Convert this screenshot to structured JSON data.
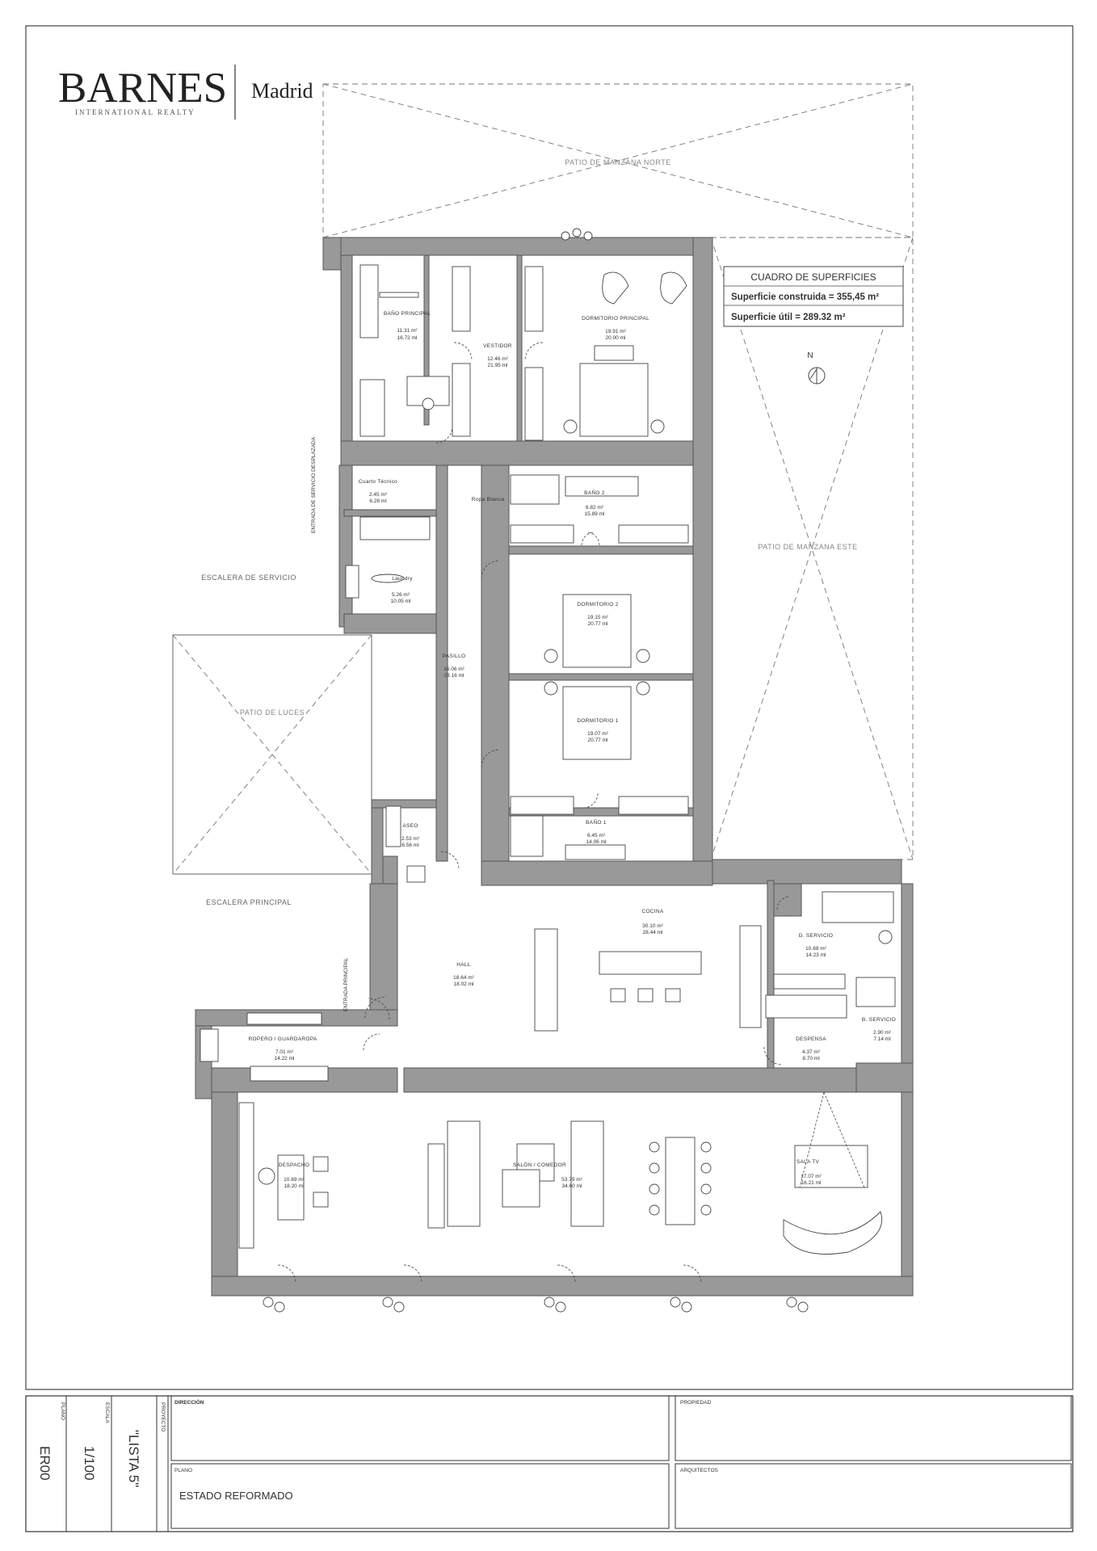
{
  "brand": {
    "name": "BARNES",
    "tagline": "INTERNATIONAL REALTY",
    "city": "Madrid"
  },
  "surfaces": {
    "title": "CUADRO DE SUPERFICIES",
    "construida": "Superficie construida = 355,45 m²",
    "util": "Superficie útil = 289.32 m²"
  },
  "north": "N",
  "patios": {
    "norte": "PATIO DE MANZANA NORTE",
    "este": "PATIO DE MANZANA ESTE",
    "luces": "PATIO DE LUCES"
  },
  "stairs": {
    "servicio": "ESCALERA DE SERVICIO",
    "principal": "ESCALERA PRINCIPAL"
  },
  "entrances": {
    "servicio": "ENTRADA DE SERVICIO DESPLAZADA",
    "principal": "ENTRADA PRINCIPAL"
  },
  "rooms": {
    "bano_principal": {
      "name": "BAÑO PRINCIPAL",
      "area": "11.31 m²",
      "perim": "16.72 ml"
    },
    "vestidor": {
      "name": "VESTIDOR",
      "area": "12.46 m²",
      "perim": "21.95 ml"
    },
    "dormitorio_principal": {
      "name": "DORMITORIO PRINCIPAL",
      "area": "19.91 m²",
      "perim": "20.00 ml"
    },
    "cuarto_tecnico": {
      "name": "Cuarto Técnico",
      "area": "2.45 m²",
      "perim": "6.28 ml"
    },
    "laundry": {
      "name": "Laundry",
      "area": "5.26 m²",
      "perim": "10.05 ml"
    },
    "ropa_blanca": {
      "name": "Ropa Blanca"
    },
    "bano2": {
      "name": "BAÑO 2",
      "area": "6.82 m²",
      "perim": "15.89 ml"
    },
    "pasillo": {
      "name": "PASILLO",
      "area": "16.06 m²",
      "perim": "28.16 ml"
    },
    "dormitorio2": {
      "name": "DORMITORIO 2",
      "area": "19.15 m²",
      "perim": "20.77 ml"
    },
    "dormitorio1": {
      "name": "DORMITORIO 1",
      "area": "19.07 m²",
      "perim": "20.77 ml"
    },
    "aseo": {
      "name": "ASEO",
      "area": "2.53 m²",
      "perim": "6.56 ml"
    },
    "bano1": {
      "name": "BAÑO 1",
      "area": "6.45 m²",
      "perim": "14.06 ml"
    },
    "cocina": {
      "name": "COCINA",
      "area": "30.10 m²",
      "perim": "28.44 ml"
    },
    "d_servicio": {
      "name": "D. SERVICIO",
      "area": "10.68 m²",
      "perim": "14.23 ml"
    },
    "hall": {
      "name": "HALL",
      "area": "18.64 m²",
      "perim": "18.02 ml"
    },
    "b_servicio": {
      "name": "B. SERVICIO",
      "area": "2.90 m²",
      "perim": "7.14 ml"
    },
    "ropero": {
      "name": "ROPERO / GUARDAROPA",
      "area": "7.01 m²",
      "perim": "14.22 ml"
    },
    "despensa": {
      "name": "DESPENSA",
      "area": "4.37 m²",
      "perim": "8.70 ml"
    },
    "despacho": {
      "name": "DESPACHO",
      "area": "10.89 m²",
      "perim": "18.20 ml"
    },
    "salon": {
      "name": "SALÓN / COMEDOR",
      "area": "53.79 m²",
      "perim": "34.60 ml"
    },
    "sala_tv": {
      "name": "SALA TV",
      "area": "17.07 m²",
      "perim": "16.21 ml"
    }
  },
  "title_block": {
    "plano_label": "PLANO",
    "plano_value": "ER00",
    "escala_label": "ESCALA",
    "escala_value": "1/100",
    "proyecto_label": "PROYECTO",
    "proyecto_value": "\"LISTA 5\"",
    "direccion_label": "DIRECCIÓN",
    "propiedad_label": "PROPIEDAD",
    "plano2_label": "PLANO",
    "plano2_value": "ESTADO REFORMADO",
    "arquitectos_label": "ARQUITECTOS"
  }
}
